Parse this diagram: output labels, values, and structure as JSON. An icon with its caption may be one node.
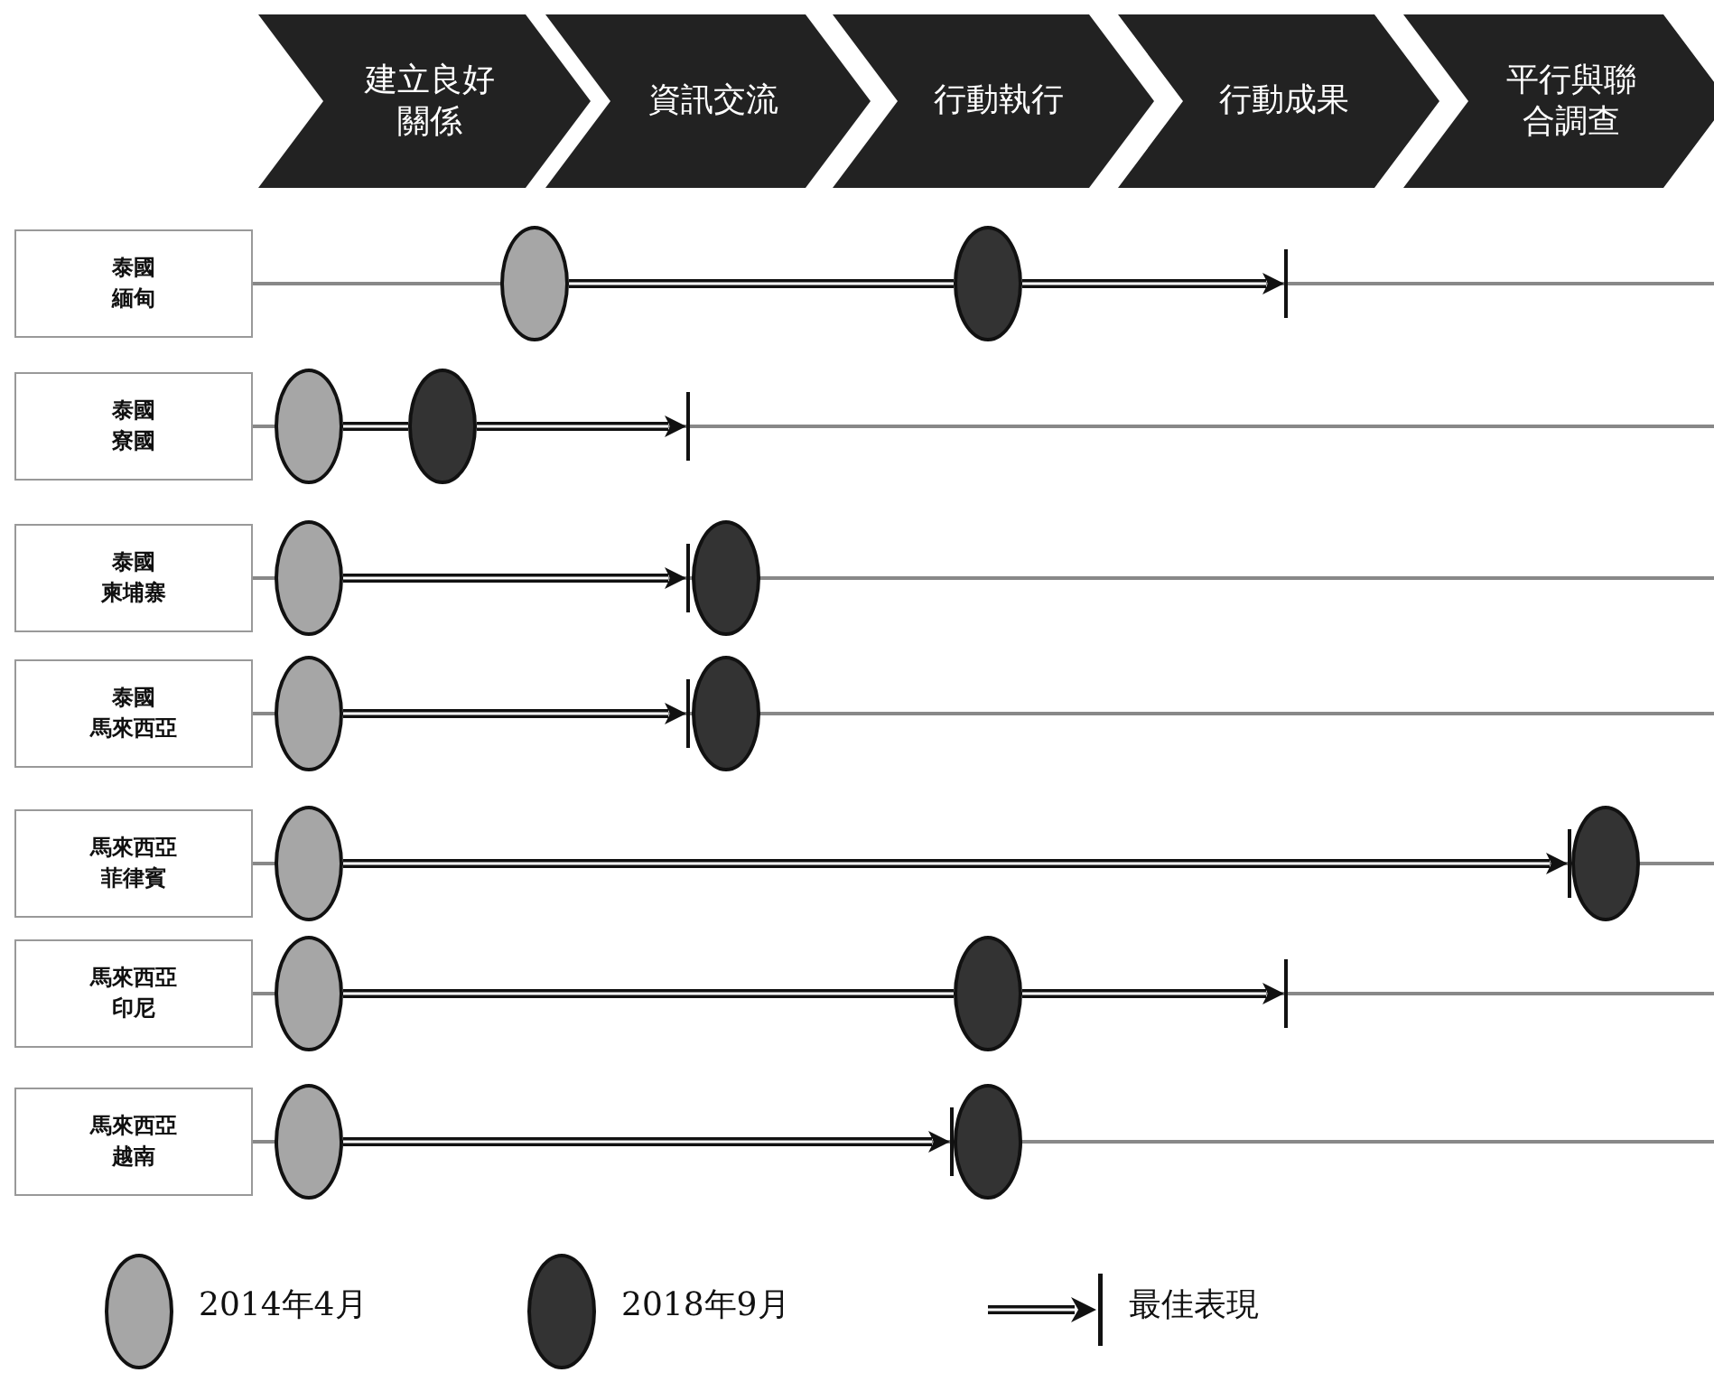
{
  "diagram": {
    "nodes": [
      {
        "text": [
          "建立良好關係"
        ]
      },
      {
        "text": [
          "資訊交流"
        ]
      },
      {
        "text": [
          "行動執行"
        ]
      },
      {
        "text": [
          "行動成果"
        ]
      },
      {
        "text": [
          "平行與聯合調查"
        ]
      },
      {
        "text": [
          "泰國",
          "緬甸"
        ]
      },
      {
        "text": [],
        "shape": "ellipse"
      },
      {
        "text": [],
        "shape": "ellipse"
      },
      {
        "text": [],
        "shape": "bar"
      },
      {
        "text": [
          "泰國",
          "寮國"
        ]
      },
      {
        "text": [],
        "shape": "ellipse"
      },
      {
        "text": [],
        "shape": "ellipse"
      },
      {
        "text": [],
        "shape": "bar"
      },
      {
        "text": [
          "泰國",
          "柬埔寨"
        ]
      },
      {
        "text": [],
        "shape": "ellipse"
      },
      {
        "text": [],
        "shape": "bar"
      },
      {
        "text": [],
        "shape": "ellipse"
      },
      {
        "text": [
          "泰國",
          "馬來西亞"
        ]
      },
      {
        "text": [],
        "shape": "ellipse"
      },
      {
        "text": [],
        "shape": "bar"
      },
      {
        "text": [],
        "shape": "ellipse"
      },
      {
        "text": [
          "馬來西亞",
          "菲律賓"
        ]
      },
      {
        "text": [],
        "shape": "ellipse"
      },
      {
        "text": [],
        "shape": "bar"
      },
      {
        "text": [],
        "shape": "ellipse"
      },
      {
        "text": [
          "馬來西亞",
          "印尼"
        ]
      },
      {
        "text": [],
        "shape": "ellipse"
      },
      {
        "text": [],
        "shape": "ellipse"
      },
      {
        "text": [],
        "shape": "bar"
      },
      {
        "text": [
          "馬來西亞",
          "越南"
        ]
      },
      {
        "text": [],
        "shape": "ellipse"
      },
      {
        "text": [],
        "shape": "bar"
      },
      {
        "text": [],
        "shape": "ellipse"
      }
    ],
    "edges": [
      {
        "from": 6,
        "to": 7,
        "arrow": "none"
      },
      {
        "from": 7,
        "to": 8,
        "arrow": "to"
      },
      {
        "from": 10,
        "to": 11,
        "arrow": "none"
      },
      {
        "from": 11,
        "to": 12,
        "arrow": "to"
      },
      {
        "from": 14,
        "to": 15,
        "arrow": "to"
      },
      {
        "from": 18,
        "to": 19,
        "arrow": "to"
      },
      {
        "from": 22,
        "to": 23,
        "arrow": "to"
      },
      {
        "from": 26,
        "to": 27,
        "arrow": "none"
      },
      {
        "from": 27,
        "to": 28,
        "arrow": "to"
      },
      {
        "from": 30,
        "to": 31,
        "arrow": "to"
      }
    ],
    "legend": [
      {
        "text": "2014年4月",
        "color": "#a6a6a6"
      },
      {
        "text": "2018年9月",
        "color": "#333333"
      },
      {
        "text": "最佳表現"
      }
    ]
  }
}
